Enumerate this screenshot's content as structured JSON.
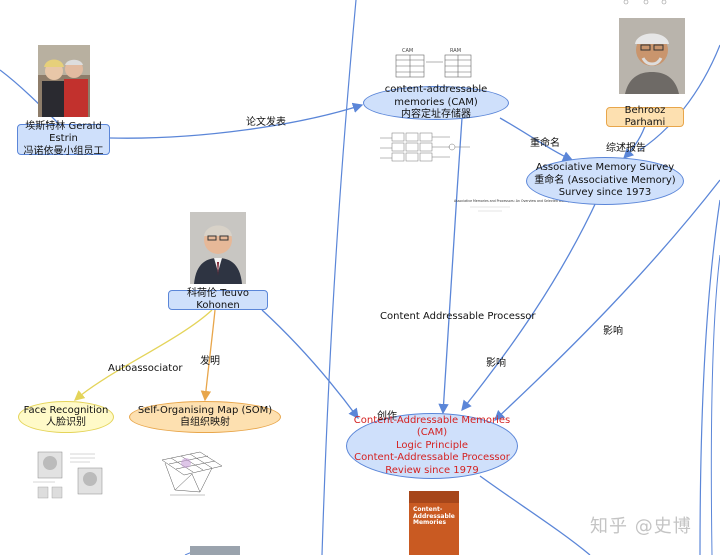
{
  "nodes": {
    "estrin": {
      "line1": "埃斯特林 Gerald Estrin",
      "line2": "冯诺依曼小组员工"
    },
    "cam": {
      "line1": "content-addressable memories (CAM)",
      "line2": "内容定址存储器"
    },
    "parhami": {
      "line1": "Behrooz Parhami"
    },
    "survey": {
      "line1": "Associative Memory Survey",
      "line2": "重命名 (Associative Memory)",
      "line3": "Survey since 1973"
    },
    "kohonen": {
      "line1": "科荷伦 Teuvo Kohonen"
    },
    "face": {
      "line1": "Face Recognition",
      "line2": "人脸识别"
    },
    "som": {
      "line1": "Self-Organising Map (SOM)",
      "line2": "自组织映射"
    },
    "review": {
      "line1": "Content-Addressable Memories",
      "line2": "(CAM)",
      "line3": "Logic Principle",
      "line4": "Content-Addressable Processor",
      "line5": "Review since 1979"
    }
  },
  "edge_labels": {
    "publish": "论文发表",
    "rename": "重命名",
    "review_report": "综述报告",
    "cap": "Content Addressable Processor",
    "influence_left": "影响",
    "influence_right": "影响",
    "autoassociator": "Autoassociator",
    "invent": "发明",
    "create": "创作"
  },
  "figures": {
    "cam_table_title_left": "CAM",
    "cam_table_title_right": "RAM",
    "paper_title": "Associative Memories and Processors: An Overview and Selected Bibliography",
    "book_title": "Content-Addressable Memories"
  },
  "watermark": "知乎 @史博",
  "colors": {
    "node_blue": "#cfe0fb",
    "edge_blue": "#5b86d8",
    "review_text": "#d42222",
    "orange": "#e8a64b",
    "yellow": "#e4d45a"
  }
}
